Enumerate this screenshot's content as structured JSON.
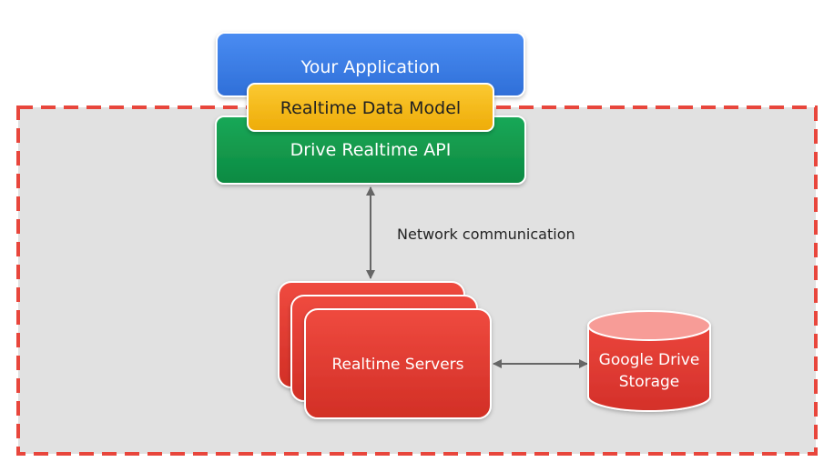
{
  "nodes": {
    "your_application": "Your Application",
    "realtime_data_model": "Realtime Data Model",
    "drive_realtime_api": "Drive Realtime API",
    "realtime_servers": "Realtime Servers",
    "google_drive_storage_line1": "Google Drive",
    "google_drive_storage_line2": "Storage"
  },
  "edges": {
    "network_communication": "Network communication"
  },
  "colors": {
    "application_blue": "#3b7ee8",
    "data_model_yellow": "#f5b914",
    "api_green": "#14994c",
    "servers_red": "#e23a30",
    "storage_red": "#e43d33",
    "storage_top": "#f79c97",
    "boundary_dashed_red": "#e8463c",
    "boundary_fill": "#e1e1e1",
    "arrow_gray": "#666666"
  }
}
